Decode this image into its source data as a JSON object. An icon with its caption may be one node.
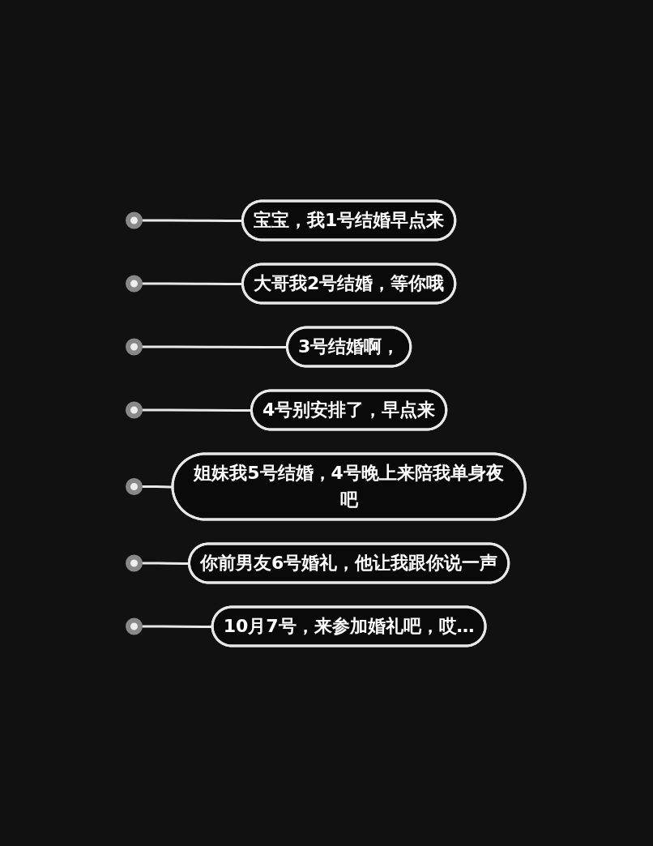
{
  "diagram": {
    "nodes": [
      {
        "text": [],
        "shape": "circle"
      },
      {
        "text": [
          "宝宝，我1号结婚早点来"
        ]
      },
      {
        "text": [],
        "shape": "circle"
      },
      {
        "text": [
          "大哥我2号结婚，等你哦"
        ]
      },
      {
        "text": [],
        "shape": "circle"
      },
      {
        "text": [
          "3号结婚啊，"
        ]
      },
      {
        "text": [],
        "shape": "circle"
      },
      {
        "text": [
          "4号别安排了，早点来"
        ]
      },
      {
        "text": [],
        "shape": "circle"
      },
      {
        "text": [
          "姐妹我5号结婚，4号晚上来陪我单身夜吧"
        ]
      },
      {
        "text": [],
        "shape": "circle"
      },
      {
        "text": [
          "你前男友6号婚礼，他让我跟你说一声"
        ]
      },
      {
        "text": [],
        "shape": "circle"
      },
      {
        "text": [
          "10月7号，来参加婚礼吧，哎…"
        ]
      }
    ],
    "edges": [
      {
        "from": 0,
        "to": 1,
        "arrow": "none"
      },
      {
        "from": 2,
        "to": 3,
        "arrow": "none"
      },
      {
        "from": 4,
        "to": 5,
        "arrow": "none"
      },
      {
        "from": 6,
        "to": 7,
        "arrow": "none"
      },
      {
        "from": 8,
        "to": 9,
        "arrow": "none"
      },
      {
        "from": 10,
        "to": 11,
        "arrow": "none"
      },
      {
        "from": 12,
        "to": 13,
        "arrow": "none"
      }
    ]
  }
}
